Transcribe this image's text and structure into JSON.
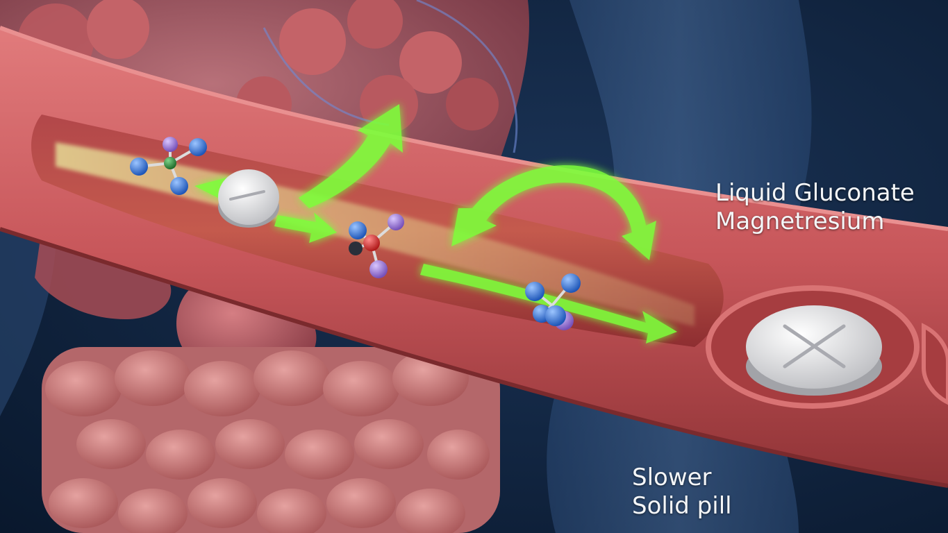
{
  "labels": {
    "liquid": [
      "Liquid Gluconate",
      "Magnetresium"
    ],
    "solid": [
      "Slower",
      "Solid pill"
    ]
  },
  "colors": {
    "background": "#0d1d33",
    "body_silhouette": "#3a5a86",
    "vessel_wall": "#c7565a",
    "vessel_lumen": "#9e3538",
    "intestine": "#c8797a",
    "organ": "#b8595f",
    "arrow": "#7dff3a",
    "pill": "#e9e9ea",
    "molecule_blue": "#2f6fd6",
    "molecule_purple": "#9a72d6",
    "molecule_red": "#d42a2a",
    "molecule_green": "#2f8a3b",
    "label_text": "#f4f6f8"
  },
  "icons": {
    "dissolving_pill": "round-scored-tablet-icon",
    "intact_pill": "cross-scored-tablet-icon",
    "molecule": "ball-and-stick-molecule-icon",
    "absorption_arrow": "curved-green-arrow-icon"
  }
}
